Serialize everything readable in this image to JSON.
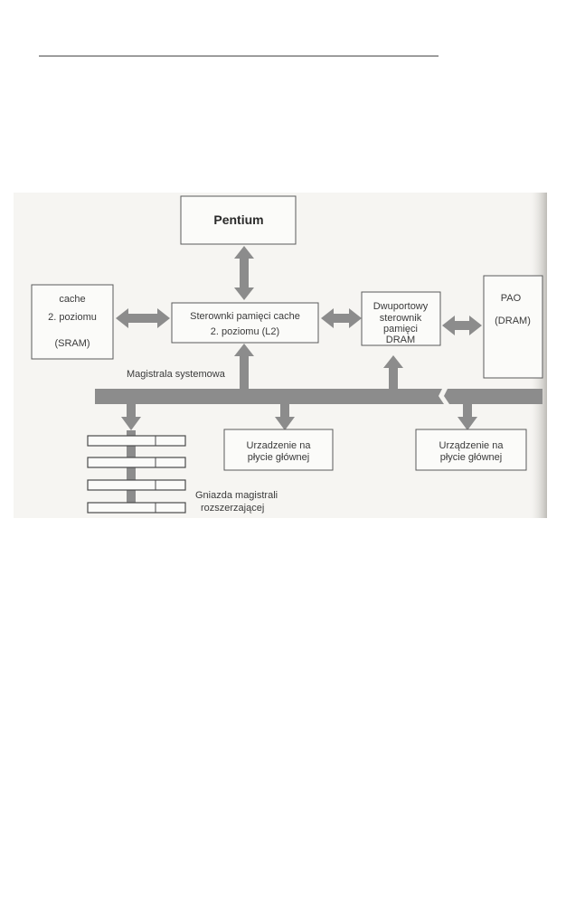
{
  "diagram": {
    "cpu": {
      "label": "Pentium"
    },
    "l2_cache": {
      "lines": [
        "cache",
        "2. poziomu",
        "(SRAM)"
      ]
    },
    "l2_controller": {
      "lines": [
        "Sterownki pamięci cache",
        "2. poziomu (L2)"
      ]
    },
    "dram_controller": {
      "lines": [
        "Dwuportowy",
        "sterownik",
        "pamięci",
        "DRAM"
      ]
    },
    "main_memory": {
      "lines": [
        "PAO",
        "(DRAM)"
      ]
    },
    "system_bus": {
      "label": "Magistrala systemowa"
    },
    "device_1": {
      "lines": [
        "Urzadzenie na",
        "płycie głównej"
      ]
    },
    "device_2": {
      "lines": [
        "Urządzenie na",
        "płycie głównej"
      ]
    },
    "expansion_slots": {
      "lines": [
        "Gniazda magistrali",
        "rozszerzającej"
      ]
    }
  },
  "colors": {
    "arrow": "#8c8c8c",
    "box_stroke": "#5a5a5a",
    "text": "#3a3a3a"
  }
}
